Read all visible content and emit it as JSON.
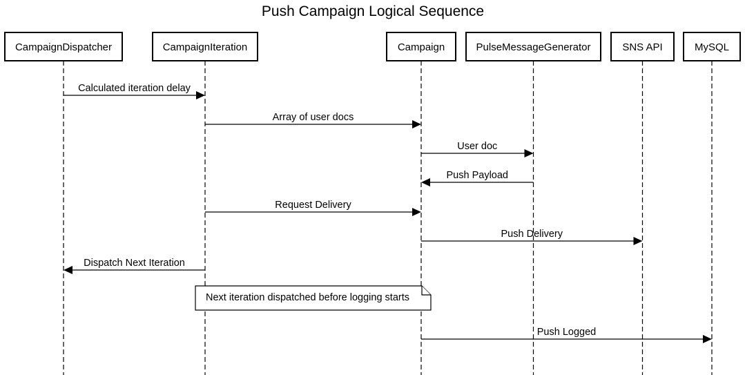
{
  "title": "Push Campaign Logical Sequence",
  "participants": [
    {
      "name": "CampaignDispatcher"
    },
    {
      "name": "CampaignIteration"
    },
    {
      "name": "Campaign"
    },
    {
      "name": "PulseMessageGenerator"
    },
    {
      "name": "SNS API"
    },
    {
      "name": "MySQL"
    }
  ],
  "messages": [
    {
      "from": 0,
      "to": 1,
      "label": "Calculated iteration delay"
    },
    {
      "from": 1,
      "to": 2,
      "label": "Array of user docs"
    },
    {
      "from": 2,
      "to": 3,
      "label": "User doc"
    },
    {
      "from": 3,
      "to": 2,
      "label": "Push Payload"
    },
    {
      "from": 1,
      "to": 2,
      "label": "Request Delivery"
    },
    {
      "from": 2,
      "to": 4,
      "label": "Push Delivery"
    },
    {
      "from": 1,
      "to": 0,
      "label": "Dispatch Next Iteration"
    },
    {
      "note": true,
      "over": [
        1,
        2
      ],
      "text": "Next iteration dispatched before logging starts"
    },
    {
      "from": 2,
      "to": 5,
      "label": "Push Logged"
    }
  ]
}
